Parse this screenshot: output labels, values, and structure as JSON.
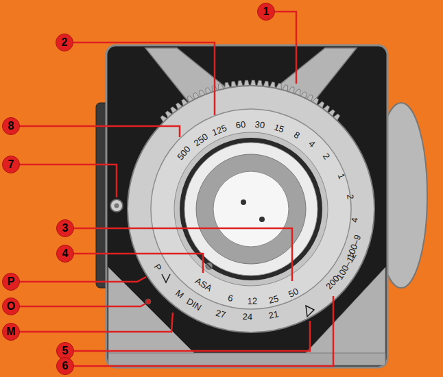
{
  "diagram": {
    "nodes": [
      {
        "text": [
          "1"
        ]
      },
      {
        "text": [
          "2"
        ]
      },
      {
        "text": [
          "8"
        ]
      },
      {
        "text": [
          "7"
        ]
      },
      {
        "text": [
          "3"
        ]
      },
      {
        "text": [
          "4"
        ]
      },
      {
        "text": [
          "P"
        ]
      },
      {
        "text": [
          "O"
        ]
      },
      {
        "text": [
          "M"
        ]
      },
      {
        "text": [
          "5"
        ]
      },
      {
        "text": [
          "6"
        ]
      }
    ],
    "labels": [
      "500",
      "250",
      "125",
      "60",
      "30",
      "15",
      "8",
      "4",
      "2",
      "1",
      "2",
      "4",
      "100–9",
      "100–12",
      "200",
      "ASA",
      "6",
      "12",
      "25",
      "50",
      "DIN",
      "27",
      "24",
      "21",
      "P",
      "M"
    ]
  }
}
